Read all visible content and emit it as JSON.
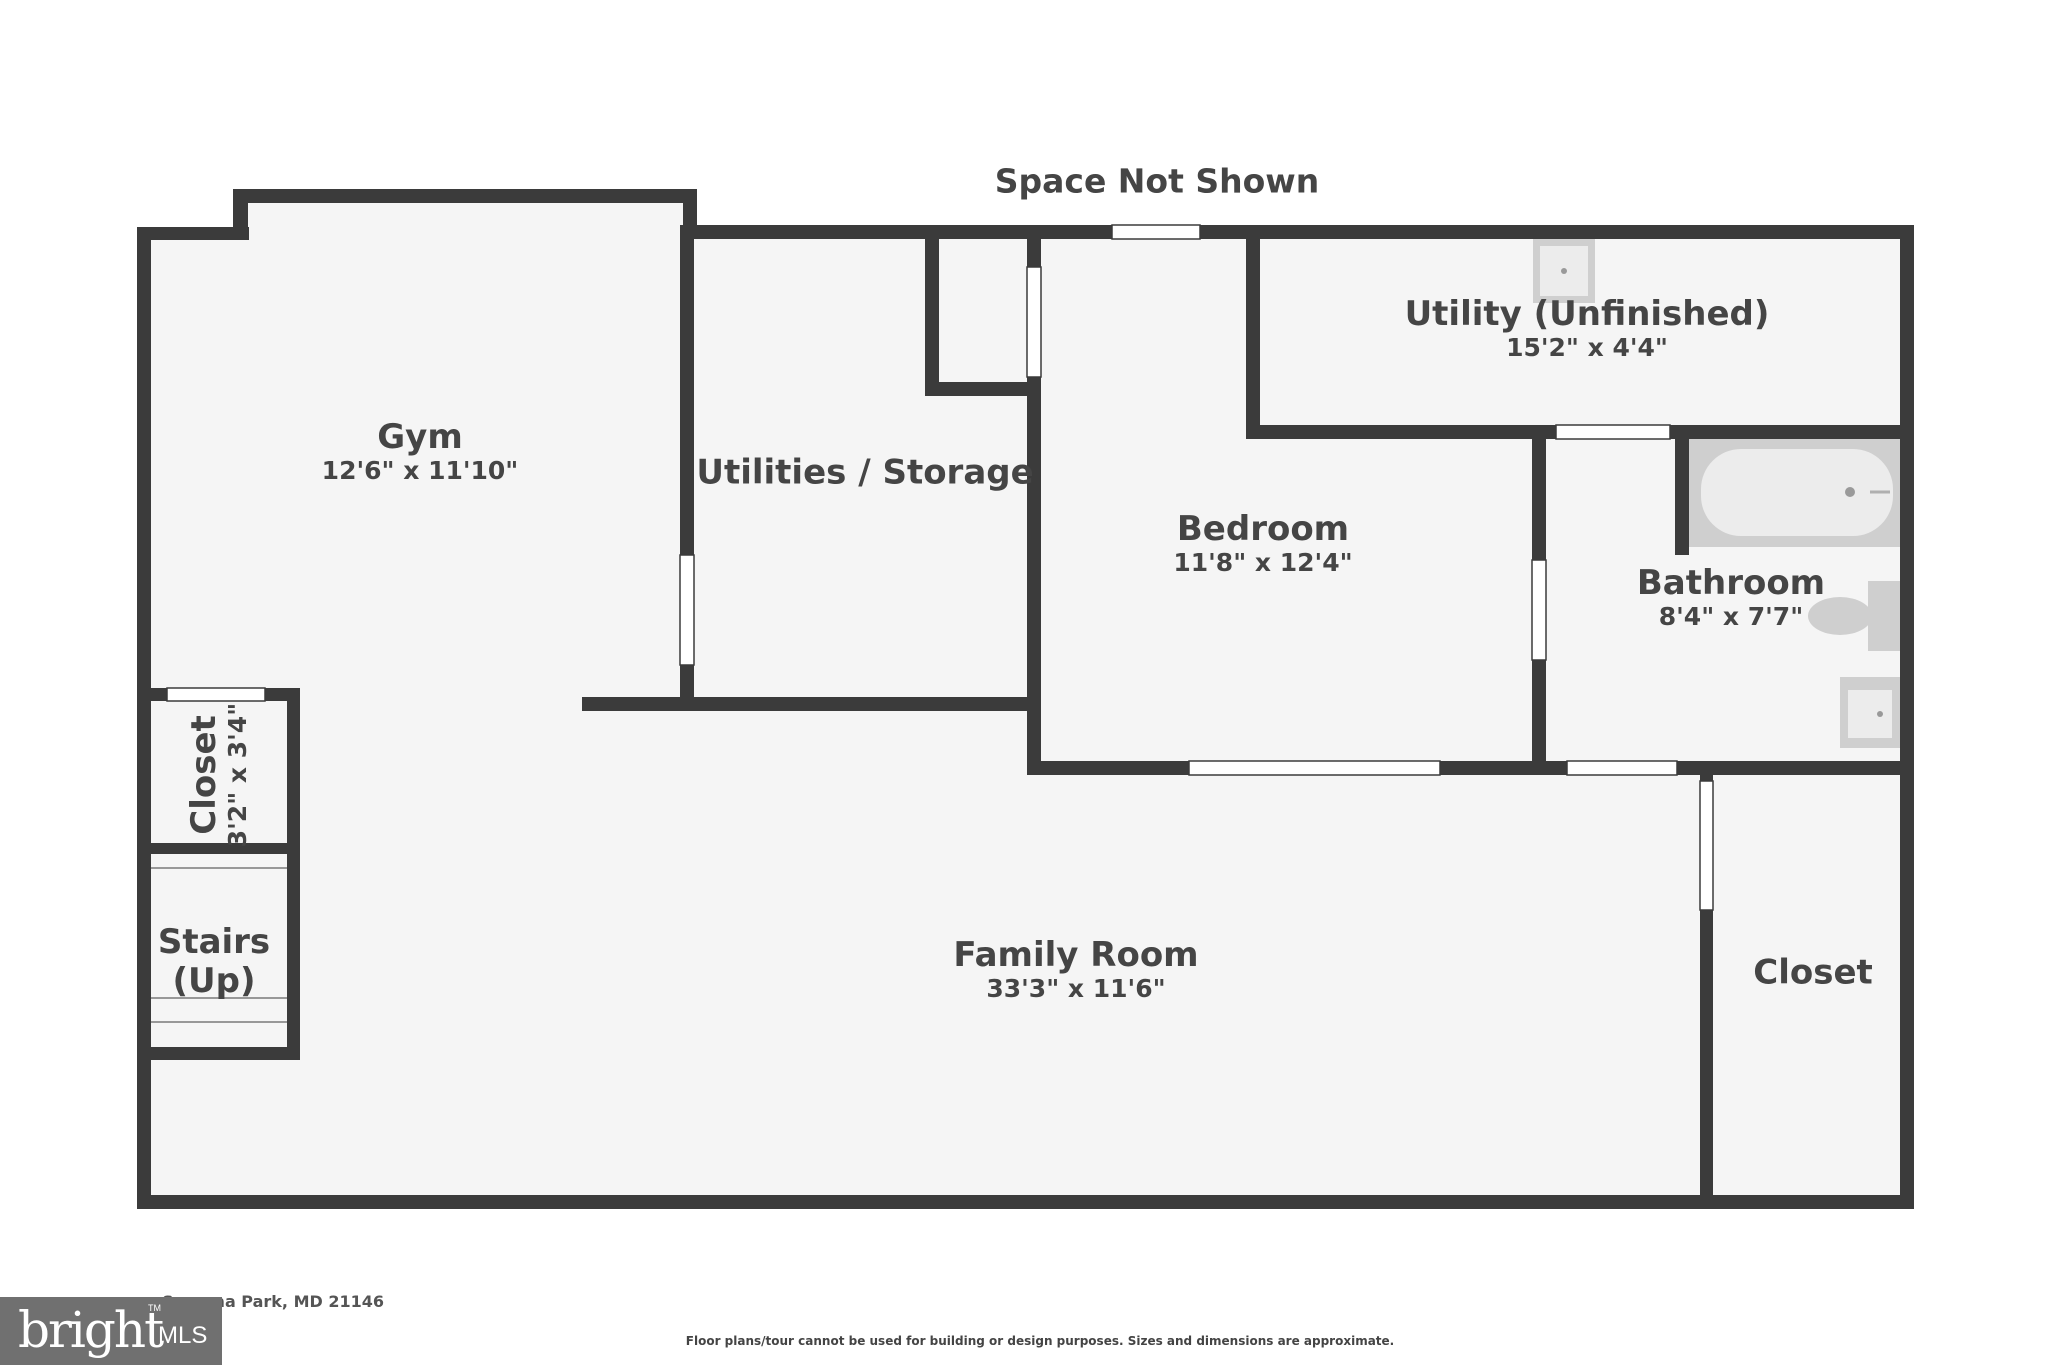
{
  "plan": {
    "space_label": "Space Not Shown",
    "rooms": [
      {
        "id": "gym",
        "name": "Gym",
        "dims": "12'6\" x 11'10\""
      },
      {
        "id": "utilities-storage",
        "name": "Utilities / Storage",
        "dims": ""
      },
      {
        "id": "bedroom",
        "name": "Bedroom",
        "dims": "11'8\" x 12'4\""
      },
      {
        "id": "utility-unfinished",
        "name": "Utility (Unfinished)",
        "dims": "15'2\" x 4'4\""
      },
      {
        "id": "bathroom",
        "name": "Bathroom",
        "dims": "8'4\" x 7'7\""
      },
      {
        "id": "closet-small",
        "name": "Closet",
        "dims": "3'2\" x 3'4\""
      },
      {
        "id": "stairs",
        "name": "Stairs",
        "sub": "(Up)"
      },
      {
        "id": "family-room",
        "name": "Family Room",
        "dims": "33'3\" x 11'6\""
      },
      {
        "id": "closet-right",
        "name": "Closet",
        "dims": ""
      }
    ],
    "fixtures": [
      "bathtub-icon",
      "toilet-icon",
      "sink-icon",
      "utility-sink-icon"
    ]
  },
  "footer": {
    "address": "Severna Park, MD 21146",
    "disclaimer": "Floor plans/tour cannot be used for building or design purposes. Sizes and dimensions are approximate."
  },
  "logo": {
    "word": "bright",
    "suffix": "MLS",
    "tm": "TM"
  },
  "colors": {
    "wall": "#3b3b3b",
    "floor": "#f5f5f5",
    "fixture": "#cfcfcf",
    "opening": "#ffffff"
  }
}
